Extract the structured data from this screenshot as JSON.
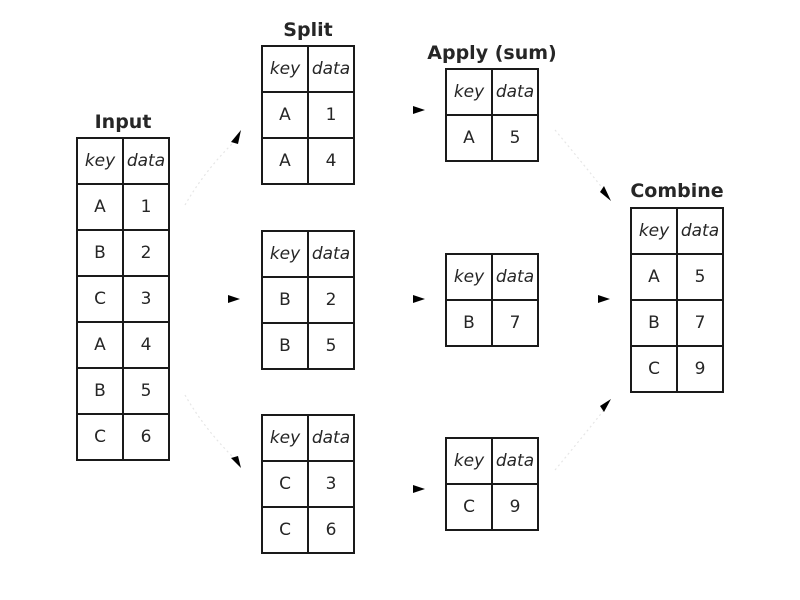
{
  "columns": [
    "key",
    "data"
  ],
  "stages": {
    "input": {
      "title": "Input",
      "rows": [
        [
          "A",
          "1"
        ],
        [
          "B",
          "2"
        ],
        [
          "C",
          "3"
        ],
        [
          "A",
          "4"
        ],
        [
          "B",
          "5"
        ],
        [
          "C",
          "6"
        ]
      ]
    },
    "split": {
      "title": "Split",
      "groups": [
        {
          "rows": [
            [
              "A",
              "1"
            ],
            [
              "A",
              "4"
            ]
          ]
        },
        {
          "rows": [
            [
              "B",
              "2"
            ],
            [
              "B",
              "5"
            ]
          ]
        },
        {
          "rows": [
            [
              "C",
              "3"
            ],
            [
              "C",
              "6"
            ]
          ]
        }
      ]
    },
    "apply": {
      "title": "Apply (sum)",
      "groups": [
        {
          "rows": [
            [
              "A",
              "5"
            ]
          ]
        },
        {
          "rows": [
            [
              "B",
              "7"
            ]
          ]
        },
        {
          "rows": [
            [
              "C",
              "9"
            ]
          ]
        }
      ]
    },
    "combine": {
      "title": "Combine",
      "rows": [
        [
          "A",
          "5"
        ],
        [
          "B",
          "7"
        ],
        [
          "C",
          "9"
        ]
      ]
    }
  },
  "colors": {
    "text": "#262626",
    "border": "#1a1a1a",
    "arrow": "#000000"
  },
  "icons": {
    "arrow": "arrow-icon"
  }
}
